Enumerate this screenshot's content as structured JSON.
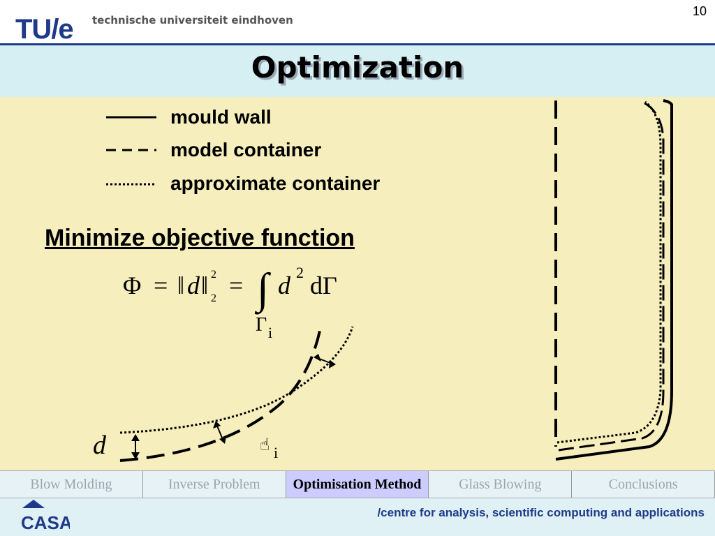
{
  "header": {
    "logo_text": "TU/e",
    "university": "technische universiteit eindhoven",
    "slide_number": "10"
  },
  "title": "Optimization",
  "legend": [
    {
      "style": "solid",
      "label": "mould wall"
    },
    {
      "style": "dashed",
      "label": "model container"
    },
    {
      "style": "dotted",
      "label": "approximate container"
    }
  ],
  "heading": "Minimize objective function",
  "formula": {
    "lhs": "Φ",
    "eq": "=",
    "norm": "d",
    "sup": "2",
    "sub": "2",
    "integrand": "d",
    "integrand_sup": "2",
    "measure": "dΓ",
    "domain": "Γ",
    "domain_sub": "i"
  },
  "diagram_labels": {
    "distance": "d",
    "gamma_symbol": "☝",
    "gamma_sub": "i"
  },
  "nav": {
    "tabs": [
      "Blow Molding",
      "Inverse Problem",
      "Optimisation Method",
      "Glass Blowing",
      "Conclusions"
    ],
    "active": "Optimisation Method"
  },
  "footer": {
    "org_text": "/centre for analysis, scientific computing and applications",
    "logo_text": "CASA"
  },
  "colors": {
    "brand_blue": "#1f3a8a",
    "content_bg": "#f6eebc",
    "header_bg": "#d6eff3",
    "active_tab": "#ccccff"
  }
}
